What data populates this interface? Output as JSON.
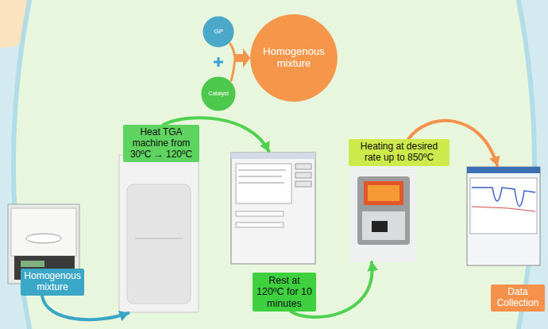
{
  "diagram": {
    "nodes": [
      {
        "text": [
          "GP"
        ]
      },
      {
        "text": [
          "Catalyst"
        ]
      },
      {
        "text": [
          "Homogenous mixture"
        ]
      },
      {
        "text": [
          "Homogenous mixture"
        ]
      },
      {
        "text": [
          "Heat TGA machine from 30ºC → 120ºC"
        ]
      },
      {
        "text": [
          "Rest at 120ºC for 10 minutes"
        ]
      },
      {
        "text": [
          "Heating at desired rate up to 850ºC"
        ]
      },
      {
        "text": [
          "Data Collection"
        ]
      }
    ],
    "edges": [
      {
        "from": 0,
        "to": 2,
        "arrow": "to"
      },
      {
        "from": 1,
        "to": 2,
        "arrow": "to"
      },
      {
        "from": 3,
        "to": 4,
        "arrow": "to"
      },
      {
        "from": 4,
        "to": 5,
        "arrow": "to"
      },
      {
        "from": 5,
        "to": 6,
        "arrow": "to"
      },
      {
        "from": 6,
        "to": 7,
        "arrow": "to"
      }
    ]
  }
}
